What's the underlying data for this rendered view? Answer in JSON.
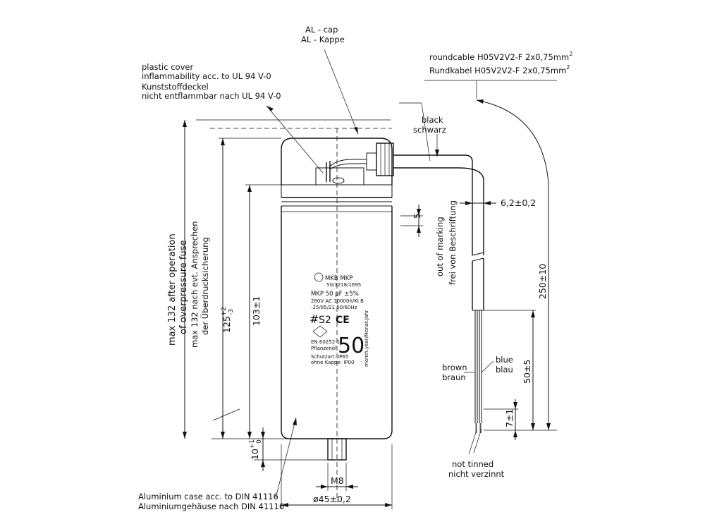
{
  "labels": {
    "al_cap_en": "AL - cap",
    "al_cap_de": "AL - Kappe",
    "cover_en_1": "plastic cover",
    "cover_en_2": "inflammability acc. to UL 94 V-0",
    "cover_de_1": "Kunststoffdeckel",
    "cover_de_2": "nicht entflammbar nach UL 94 V-0",
    "cable_en": "roundcable H05V2V2-F 2x0,75mm",
    "cable_de": "Rundkabel H05V2V2-F 2x0,75mm",
    "cable_sup": "2",
    "black_en": "black",
    "black_de": "schwarz",
    "marking_en": "out of marking",
    "marking_de": "frei von Beschriftung",
    "brown_en": "brown",
    "brown_de": "braun",
    "blue_en": "blue",
    "blue_de": "blau",
    "tinned_en": "not tinned",
    "tinned_de": "nicht verzinnt",
    "case_en": "Aluminium case acc. to DIN 41116",
    "case_de": "Aluminiumgehäuse nach DIN 41116",
    "fuse_en_1": "max 132 after operation",
    "fuse_en_2": "of overpressure fuse",
    "fuse_de_1": "max 132 nach evt. Ansprechen",
    "fuse_de_2": "der Überdrucksicherung"
  },
  "dimensions": {
    "height_total_base": "125",
    "height_total_tol_plus": "+2",
    "height_total_tol_minus": "-3",
    "height_body": "103±1",
    "stud_height_base": "10",
    "stud_height_tol_plus": "+1",
    "stud_height_tol_minus": "0",
    "thread": "M8",
    "diameter": "ø45±0,2",
    "cable_diameter": "6,2±0,2",
    "gap": "5",
    "cable_length": "250±10",
    "wire_length": "50±5",
    "strip_length": "7±1"
  },
  "marking": {
    "brand": "MKB MKP",
    "ref": "50/3218/1695",
    "type_line": "MKP 50 µF ±5%",
    "voltage_line": "280V AC 10000h/KI B",
    "climate_line": "-25/85/21 50/60Hz",
    "s2": "S2",
    "ce": "CE",
    "standard": "EN 60252-1",
    "plant": "Pflanzenöl",
    "big_value": "50",
    "date_code": "month.year/Monat.Jahr",
    "protection_1": "Schutzart: IP65",
    "protection_2": "ohne Kappe: IP00"
  }
}
